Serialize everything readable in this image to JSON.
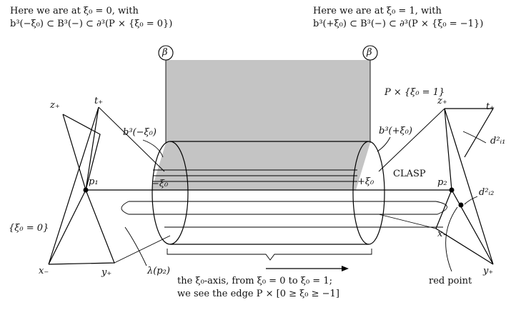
{
  "header_left": {
    "line1": "Here we are at ξ₀ = 0, with",
    "line2": "b³(−ξ₀) ⊂ B³(−) ⊂ ∂³(P × {ξ₀ = 0})"
  },
  "header_right": {
    "line1": "Here we are at ξ₀ = 1, with",
    "line2": "b³(+ξ₀) ⊂ B³(−) ⊂ ∂³(P × {ξ₀ = −1})"
  },
  "beta_marks": [
    "β",
    "β"
  ],
  "labels": {
    "z_plus_left": "z₊",
    "t_plus_left": "t₊",
    "p1": "p₁",
    "xi0_zero": "{ξ₀ = 0}",
    "x_minus_left": "x₋",
    "y_plus_left": "y₊",
    "lambda_p2": "λ(p₂)",
    "b3_minus": "b³(−ξ₀)",
    "minus_xi": "−ξ₀",
    "plus_xi": "+ξ₀",
    "b3_plus": "b³(+ξ₀)",
    "p_times": "P × {ξ₀ = 1}",
    "z_plus_right": "z₊",
    "t_plus_right": "t₊",
    "d2_i1": "d²ᵢ₁",
    "clasp": "CLASP",
    "p2": "p₂",
    "d2_i2": "d²ᵢ₂",
    "x_minus_right": "x₋",
    "y_plus_right": "y₊",
    "red_point": "red point"
  },
  "footer": {
    "line1": "the ξ₀-axis, from ξ₀ = 0 to ξ₀ = 1;",
    "line2": "we see the edge P × [0 ≥ ξ₀ ≥ −1]"
  },
  "colors": {
    "shade": "#c4c4c4",
    "ink": "#000000"
  }
}
